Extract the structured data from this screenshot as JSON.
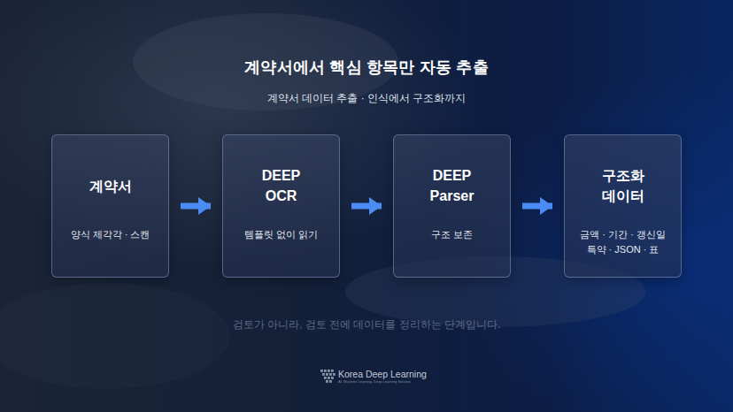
{
  "diagram": {
    "title": "계약서에서 핵심 항목만 자동 추출",
    "caption": "검토가 아니라, 검토 전에 데이터를 정리하는 단계입니다.",
    "nodes": [
      {
        "text": [
          "계약서",
          "양식 제각각 · 스캔"
        ]
      },
      {
        "text": [
          "DEEP OCR",
          "템플릿 없이 읽기"
        ]
      },
      {
        "text": [
          "DEEP Parser",
          "구조 보존"
        ]
      },
      {
        "text": [
          "구조화 데이터",
          "금액 · 기간 · 갱신일 특약 · JSON · 표"
        ]
      }
    ],
    "edges": [
      {
        "from": 0,
        "to": 1,
        "arrow": "to"
      },
      {
        "from": 1,
        "to": 2,
        "arrow": "to"
      },
      {
        "from": 2,
        "to": 3,
        "arrow": "to"
      }
    ],
    "labels": [
      "계약서 데이터 추출 · 인식에서 구조화까지",
      "Korea Deep Learning",
      "AI, Machine Learning, Deep Learning Solution"
    ]
  }
}
